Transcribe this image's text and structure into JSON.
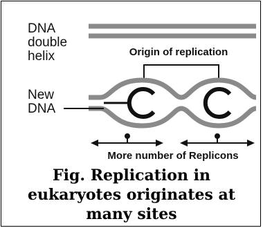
{
  "diagram": {
    "labels": {
      "dna_double_helix": [
        "DNA",
        "double",
        "helix"
      ],
      "origin_of_replication": "Origin of replication",
      "new_dna": [
        "New",
        "DNA"
      ],
      "replicons": "More number of Replicons"
    },
    "caption": [
      "Fig. Replication in",
      "eukaryotes originates at",
      "many sites"
    ],
    "colors": {
      "strand": "#8a8a8a",
      "bubble_outer": "#7a7a7a",
      "new_strand": "#111111",
      "text": "#111111"
    }
  }
}
